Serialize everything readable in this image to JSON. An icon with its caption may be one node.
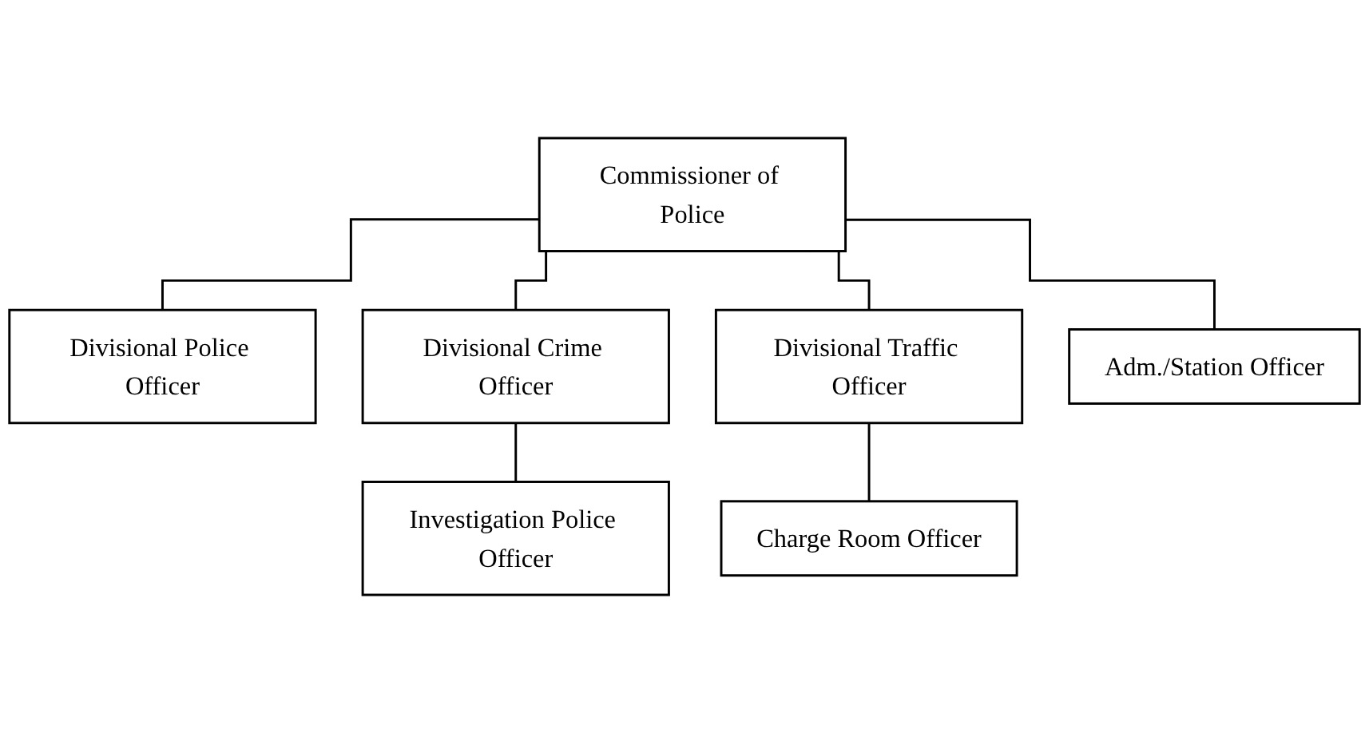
{
  "diagram": {
    "nodes": [
      {
        "text": [
          "Commissioner of Police"
        ]
      },
      {
        "text": [
          "Divisional Police Officer"
        ]
      },
      {
        "text": [
          "Divisional Crime Officer"
        ]
      },
      {
        "text": [
          "Divisional Traffic Officer"
        ]
      },
      {
        "text": [
          "Adm./Station Officer"
        ]
      },
      {
        "text": [
          "Investigation Police Officer"
        ]
      },
      {
        "text": [
          "Charge Room Officer"
        ]
      }
    ],
    "edges": [
      {
        "from": 0,
        "to": 1,
        "arrow": "none"
      },
      {
        "from": 0,
        "to": 2,
        "arrow": "none"
      },
      {
        "from": 0,
        "to": 3,
        "arrow": "none"
      },
      {
        "from": 0,
        "to": 4,
        "arrow": "none"
      },
      {
        "from": 2,
        "to": 5,
        "arrow": "none"
      },
      {
        "from": 3,
        "to": 6,
        "arrow": "none"
      }
    ]
  }
}
